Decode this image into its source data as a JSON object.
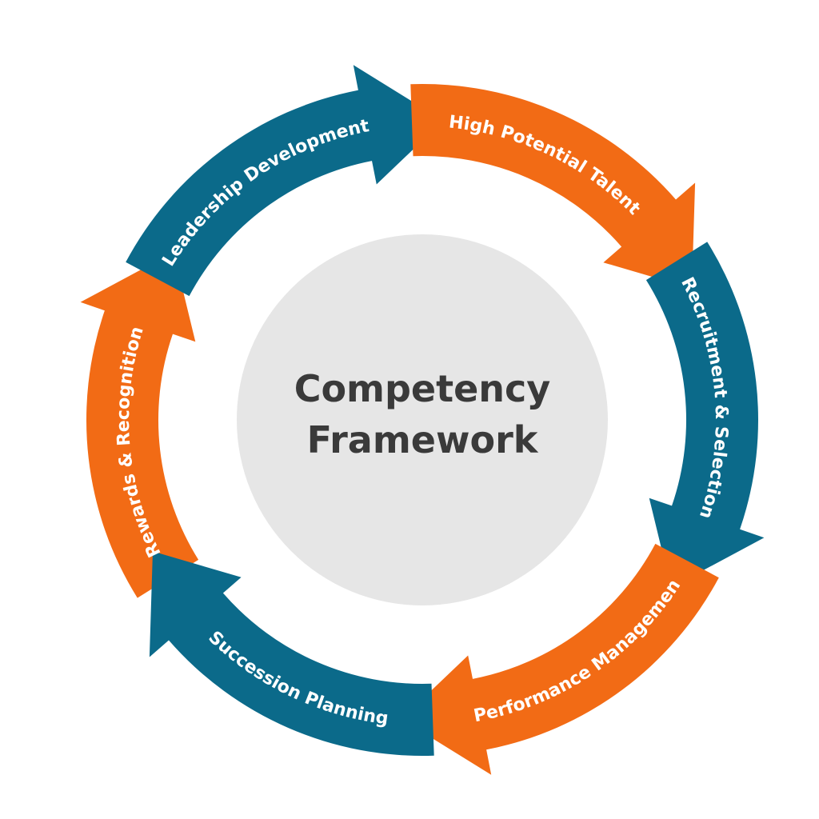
{
  "center": {
    "title_line1": "Competency",
    "title_line2": "Framework"
  },
  "segments": [
    {
      "label": "Leadership Development",
      "color": "#0b6a8a"
    },
    {
      "label": "High Potential Talent",
      "color": "#f26b15"
    },
    {
      "label": "Recruitment & Selection",
      "color": "#0b6a8a"
    },
    {
      "label": "Performance Management",
      "color": "#f26b15"
    },
    {
      "label": "Succession Planning",
      "color": "#0b6a8a"
    },
    {
      "label": "Rewards & Recognition",
      "color": "#f26b15"
    }
  ],
  "colors": {
    "center_fill": "#e6e6e6",
    "center_text": "#3a3a3a"
  }
}
